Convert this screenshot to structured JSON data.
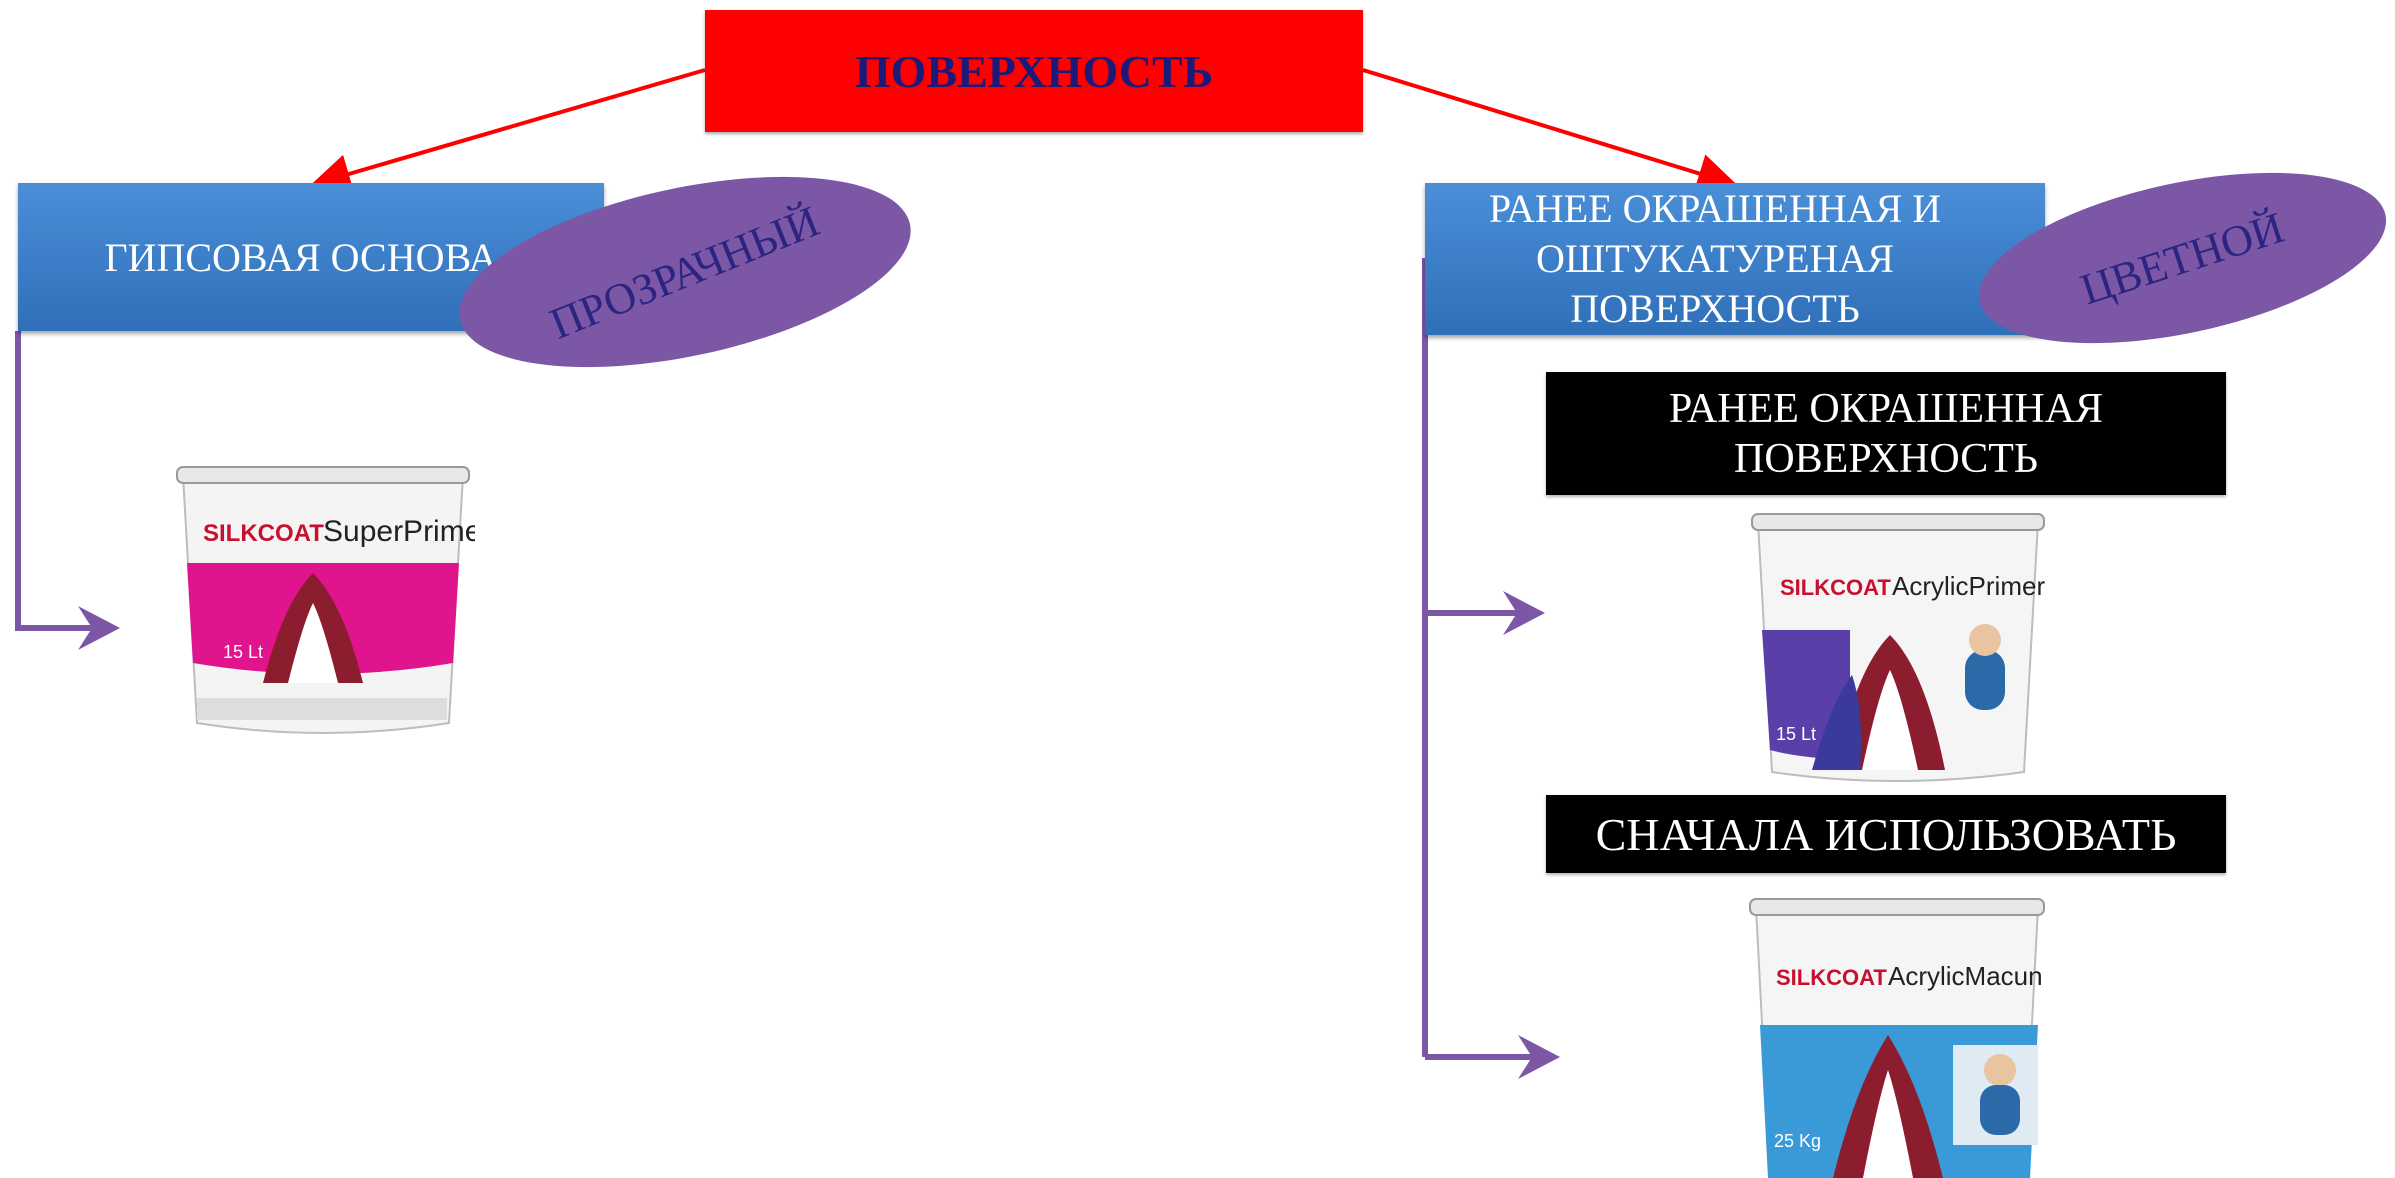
{
  "root": {
    "label": "ПОВЕРХНОСТЬ"
  },
  "left_branch": {
    "label": "ГИПСОВАЯ ОСНОВА",
    "tag": "ПРОЗРАЧНЫЙ",
    "product": {
      "brand": "SILKCOAT",
      "name": "SuperPrimer",
      "volume": "15 Lt",
      "accent": "#e0148c"
    }
  },
  "right_branch": {
    "label_lines": [
      "РАНЕЕ ОКРАШЕННАЯ  И",
      "ОШТУКАТУРЕНАЯ",
      "ПОВЕРХНОСТЬ"
    ],
    "tag": "ЦВЕТНОЙ",
    "sub1": {
      "label_lines": [
        "РАНЕЕ ОКРАШЕННАЯ",
        "ПОВЕРХНОСТЬ"
      ],
      "product": {
        "brand": "SILKCOAT",
        "name": "AcrylicPrimer",
        "volume": "15 Lt",
        "accent": "#5a3fa8"
      }
    },
    "sub2": {
      "label": "СНАЧАЛА ИСПОЛЬЗОВАТЬ",
      "product": {
        "brand": "SILKCOAT",
        "name": "AcrylicMacun",
        "volume": "25 Kg",
        "accent": "#3a9ad8"
      }
    }
  },
  "colors": {
    "root": "#ff0000",
    "root_text": "#1a1a7a",
    "branch": "#3a7cc8",
    "tag": "#7b57a6",
    "connector_red": "#ff0000",
    "connector_purple": "#7b57a6"
  }
}
